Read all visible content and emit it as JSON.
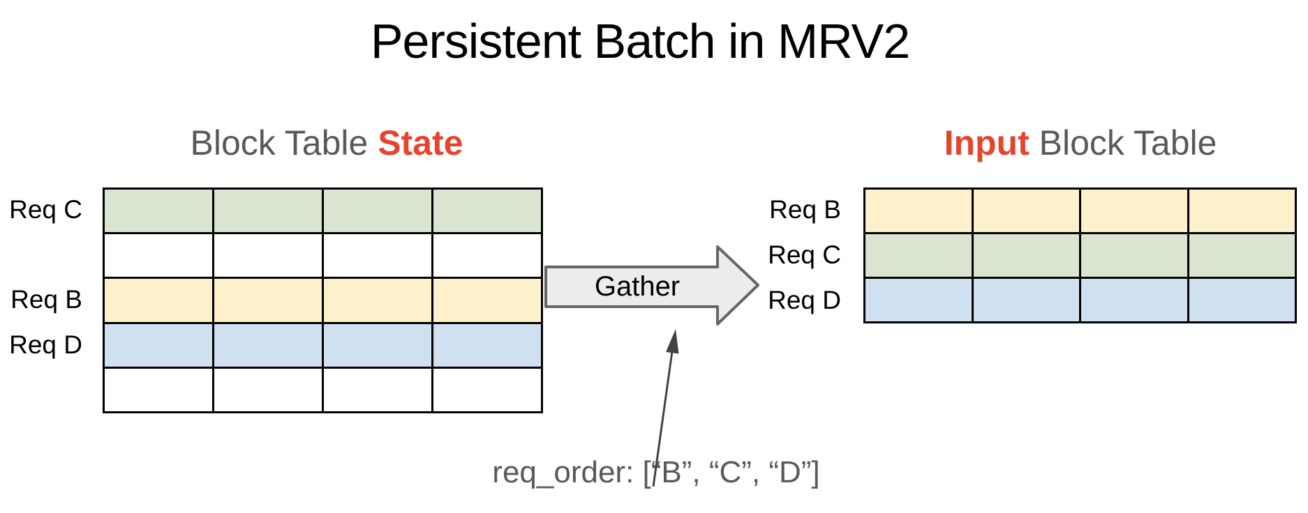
{
  "title": "Persistent Batch in MRV2",
  "colors": {
    "green": "#d9e5d0",
    "yellow": "#fcf1cb",
    "blue": "#cfe0f1",
    "white": "#ffffff",
    "red": "#e8432d",
    "gray_text": "#595959",
    "black_text": "#000000",
    "table_border": "#000000",
    "arrow_fill": "#ececec",
    "arrow_stroke": "#666666",
    "annotation_arrow": "#434343"
  },
  "left_table": {
    "title_plain": "Block Table ",
    "title_accent": "State",
    "columns": 4,
    "rows": [
      {
        "label": "Req C",
        "color": "green"
      },
      {
        "label": "",
        "color": "white"
      },
      {
        "label": "Req B",
        "color": "yellow"
      },
      {
        "label": "Req D",
        "color": "blue"
      },
      {
        "label": "",
        "color": "white"
      }
    ]
  },
  "right_table": {
    "title_accent": "Input",
    "title_plain": " Block Table",
    "columns": 4,
    "rows": [
      {
        "label": "Req B",
        "color": "yellow"
      },
      {
        "label": "Req C",
        "color": "green"
      },
      {
        "label": "Req D",
        "color": "blue"
      }
    ]
  },
  "gather_arrow": {
    "label": "Gather"
  },
  "annotation": {
    "text": "req_order: [“B”, “C”, “D”]"
  }
}
